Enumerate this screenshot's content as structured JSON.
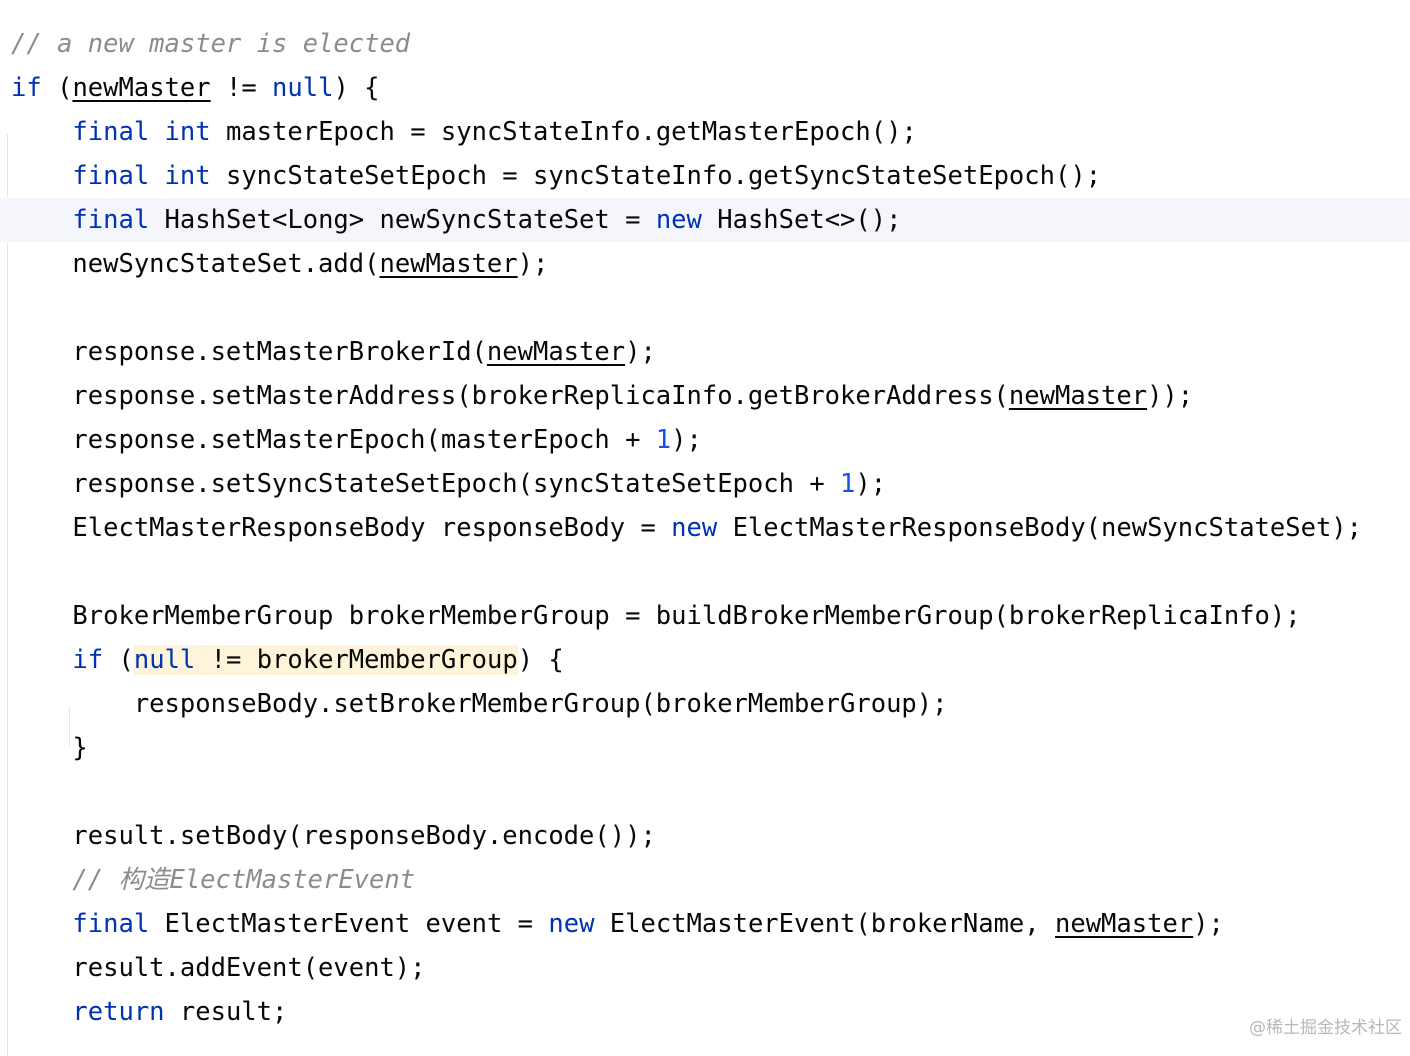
{
  "lines": [
    {
      "tokens": [
        {
          "t": "// a new master is elected",
          "c": "cm"
        }
      ]
    },
    {
      "tokens": [
        {
          "t": "if",
          "c": "kw"
        },
        {
          "t": " ("
        },
        {
          "t": "newMaster",
          "c": "ul"
        },
        {
          "t": " != "
        },
        {
          "t": "null",
          "c": "kw"
        },
        {
          "t": ") {"
        }
      ]
    },
    {
      "tokens": [
        {
          "t": "    "
        },
        {
          "t": "final",
          "c": "kw"
        },
        {
          "t": " "
        },
        {
          "t": "int",
          "c": "kw"
        },
        {
          "t": " masterEpoch = syncStateInfo.getMasterEpoch();"
        }
      ]
    },
    {
      "tokens": [
        {
          "t": "    "
        },
        {
          "t": "final",
          "c": "kw"
        },
        {
          "t": " "
        },
        {
          "t": "int",
          "c": "kw"
        },
        {
          "t": " syncStateSetEpoch = syncStateInfo.getSyncStateSetEpoch();"
        }
      ]
    },
    {
      "current": true,
      "tokens": [
        {
          "t": "    "
        },
        {
          "t": "final",
          "c": "kw"
        },
        {
          "t": " HashSet<Long> newSyncStateSet = "
        },
        {
          "t": "new",
          "c": "kw"
        },
        {
          "t": " HashSet<>();"
        }
      ]
    },
    {
      "tokens": [
        {
          "t": "    newSyncStateSet.add("
        },
        {
          "t": "newMaster",
          "c": "ul"
        },
        {
          "t": ");"
        }
      ]
    },
    {
      "tokens": []
    },
    {
      "tokens": [
        {
          "t": "    response.setMasterBrokerId("
        },
        {
          "t": "newMaster",
          "c": "ul"
        },
        {
          "t": ");"
        }
      ]
    },
    {
      "tokens": [
        {
          "t": "    response.setMasterAddress(brokerReplicaInfo.getBrokerAddress("
        },
        {
          "t": "newMaster",
          "c": "ul"
        },
        {
          "t": "));"
        }
      ]
    },
    {
      "tokens": [
        {
          "t": "    response.setMasterEpoch(masterEpoch + "
        },
        {
          "t": "1",
          "c": "num"
        },
        {
          "t": ");"
        }
      ]
    },
    {
      "tokens": [
        {
          "t": "    response.setSyncStateSetEpoch(syncStateSetEpoch + "
        },
        {
          "t": "1",
          "c": "num"
        },
        {
          "t": ");"
        }
      ]
    },
    {
      "tokens": [
        {
          "t": "    ElectMasterResponseBody responseBody = "
        },
        {
          "t": "new",
          "c": "kw"
        },
        {
          "t": " ElectMasterResponseBody(newSyncStateSet);"
        }
      ]
    },
    {
      "tokens": []
    },
    {
      "tokens": [
        {
          "t": "    BrokerMemberGroup brokerMemberGroup = buildBrokerMemberGroup(brokerReplicaInfo);"
        }
      ]
    },
    {
      "tokens": [
        {
          "t": "    "
        },
        {
          "t": "if",
          "c": "kw"
        },
        {
          "t": " ("
        },
        {
          "t": "null",
          "c": "kw hl"
        },
        {
          "t": " != brokerMemberGroup",
          "c": "hl"
        },
        {
          "t": ") {"
        }
      ]
    },
    {
      "tokens": [
        {
          "t": "        responseBody.setBrokerMemberGroup(brokerMemberGroup);"
        }
      ]
    },
    {
      "tokens": [
        {
          "t": "    }"
        }
      ]
    },
    {
      "tokens": []
    },
    {
      "tokens": [
        {
          "t": "    result.setBody(responseBody.encode());"
        }
      ]
    },
    {
      "tokens": [
        {
          "t": "    "
        },
        {
          "t": "// 构造ElectMasterEvent",
          "c": "cm"
        }
      ]
    },
    {
      "tokens": [
        {
          "t": "    "
        },
        {
          "t": "final",
          "c": "kw"
        },
        {
          "t": " ElectMasterEvent event = "
        },
        {
          "t": "new",
          "c": "kw"
        },
        {
          "t": " ElectMasterEvent(brokerName, "
        },
        {
          "t": "newMaster",
          "c": "ul"
        },
        {
          "t": ");"
        }
      ]
    },
    {
      "tokens": [
        {
          "t": "    result.addEvent(event);"
        }
      ]
    },
    {
      "tokens": [
        {
          "t": "    "
        },
        {
          "t": "return",
          "c": "kw"
        },
        {
          "t": " result;"
        }
      ]
    }
  ],
  "watermark": "@稀土掘金技术社区"
}
